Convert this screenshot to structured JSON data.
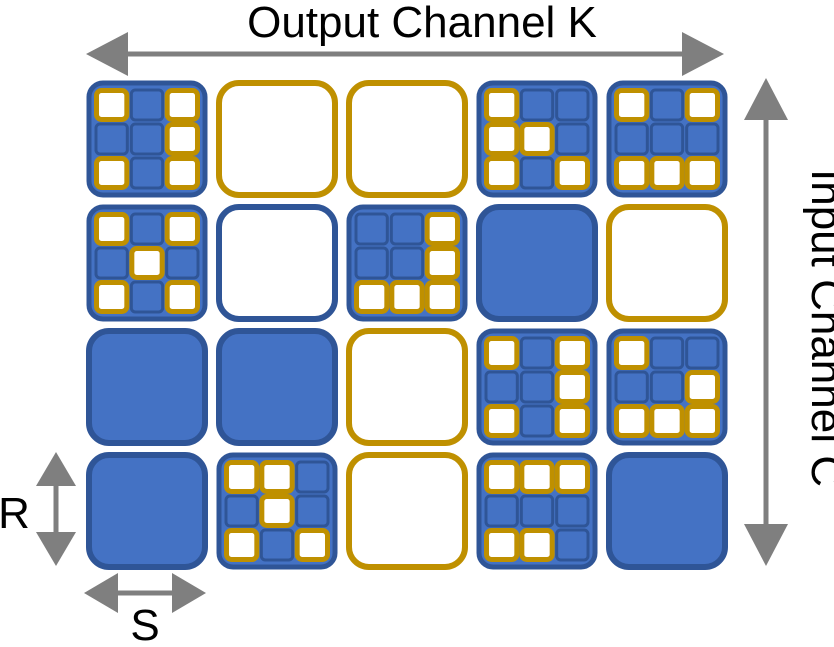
{
  "labels": {
    "top": "Output Channel K",
    "right": "Input Channel C",
    "r": "R",
    "s": "S"
  },
  "colors": {
    "blue": "#4472C4",
    "border_blue": "#2F5597",
    "gold": "#BF9000",
    "white": "#FFFFFF",
    "arrow": "#7F7F7F",
    "text": "#000000"
  },
  "grid": {
    "rows": 4,
    "cols": 5,
    "cells": [
      [
        {
          "type": "pattern",
          "pattern": [
            [
              0,
              1,
              0
            ],
            [
              1,
              1,
              0
            ],
            [
              0,
              1,
              0
            ]
          ]
        },
        {
          "type": "empty"
        },
        {
          "type": "empty"
        },
        {
          "type": "pattern",
          "pattern": [
            [
              0,
              1,
              1
            ],
            [
              0,
              0,
              1
            ],
            [
              0,
              1,
              0
            ]
          ]
        },
        {
          "type": "pattern",
          "pattern": [
            [
              0,
              1,
              0
            ],
            [
              1,
              1,
              1
            ],
            [
              0,
              0,
              0
            ]
          ]
        }
      ],
      [
        {
          "type": "pattern",
          "pattern": [
            [
              0,
              1,
              0
            ],
            [
              1,
              0,
              1
            ],
            [
              0,
              1,
              0
            ]
          ]
        },
        {
          "type": "sparse"
        },
        {
          "type": "pattern",
          "pattern": [
            [
              1,
              1,
              0
            ],
            [
              1,
              1,
              0
            ],
            [
              0,
              0,
              0
            ]
          ]
        },
        {
          "type": "dense"
        },
        {
          "type": "empty"
        }
      ],
      [
        {
          "type": "dense"
        },
        {
          "type": "dense"
        },
        {
          "type": "empty"
        },
        {
          "type": "pattern",
          "pattern": [
            [
              0,
              1,
              0
            ],
            [
              1,
              1,
              0
            ],
            [
              0,
              1,
              0
            ]
          ]
        },
        {
          "type": "pattern",
          "pattern": [
            [
              0,
              1,
              1
            ],
            [
              1,
              1,
              0
            ],
            [
              0,
              0,
              0
            ]
          ]
        }
      ],
      [
        {
          "type": "dense"
        },
        {
          "type": "pattern",
          "pattern": [
            [
              0,
              0,
              1
            ],
            [
              1,
              0,
              1
            ],
            [
              0,
              1,
              0
            ]
          ]
        },
        {
          "type": "empty"
        },
        {
          "type": "pattern",
          "pattern": [
            [
              0,
              0,
              0
            ],
            [
              1,
              1,
              1
            ],
            [
              0,
              0,
              1
            ]
          ]
        },
        {
          "type": "dense"
        }
      ]
    ]
  }
}
